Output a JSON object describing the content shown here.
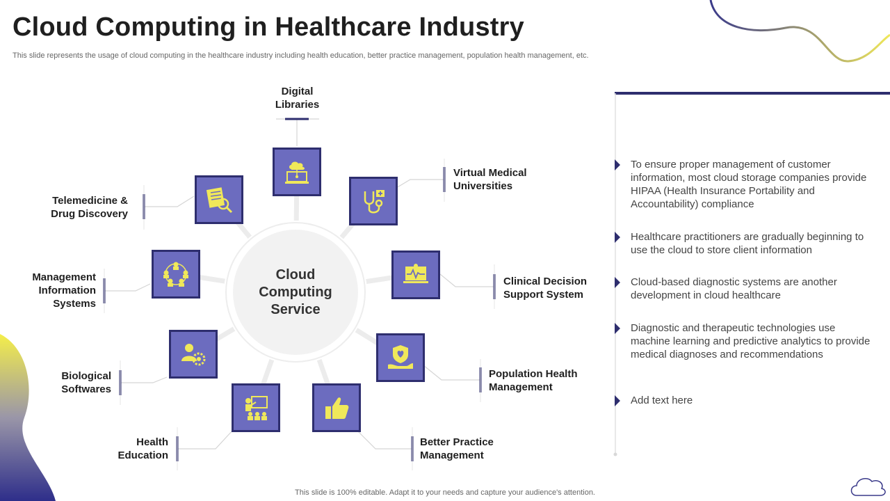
{
  "title": "Cloud Computing in Healthcare Industry",
  "subtitle": "This slide represents the usage of cloud computing in the healthcare industry including health education, better practice management, population health management, etc.",
  "footer": "This slide is 100% editable. Adapt it to your needs and capture your audience's attention.",
  "center": {
    "line1": "Cloud",
    "line2": "Computing",
    "line3": "Service"
  },
  "colors": {
    "node_fill": "#6c6cbf",
    "node_border": "#2e2e6e",
    "icon": "#f0e85a",
    "accent": "#2e2e6e"
  },
  "nodes": [
    {
      "icon": "cloud-laptop-icon",
      "line1": "Digital",
      "line2": "Libraries"
    },
    {
      "icon": "stethoscope-icon",
      "line1": "Virtual Medical",
      "line2": "Universities"
    },
    {
      "icon": "laptop-heartbeat-icon",
      "line1": "Clinical Decision",
      "line2": "Support System"
    },
    {
      "icon": "hand-shield-heart-icon",
      "line1": "Population Health",
      "line2": "Management"
    },
    {
      "icon": "thumbs-up-icon",
      "line1": "Better Practice",
      "line2": "Management"
    },
    {
      "icon": "teacher-board-icon",
      "line1": "Health",
      "line2": "Education"
    },
    {
      "icon": "user-gear-icon",
      "line1": "Biological",
      "line2": "Softwares"
    },
    {
      "icon": "people-network-icon",
      "line1": "Management",
      "line2": "Information",
      "line3": "Systems"
    },
    {
      "icon": "document-search-icon",
      "line1": "Telemedicine &",
      "line2": "Drug Discovery"
    }
  ],
  "bullets": [
    "To ensure proper management of customer information, most cloud storage companies provide HIPAA (Health Insurance Portability and Accountability) compliance",
    "Healthcare practitioners are gradually beginning to use the cloud to store client information",
    "Cloud-based diagnostic systems are another development in cloud healthcare",
    "Diagnostic and therapeutic technologies use machine learning and predictive analytics to provide medical diagnoses and recommendations",
    "Add text here"
  ]
}
